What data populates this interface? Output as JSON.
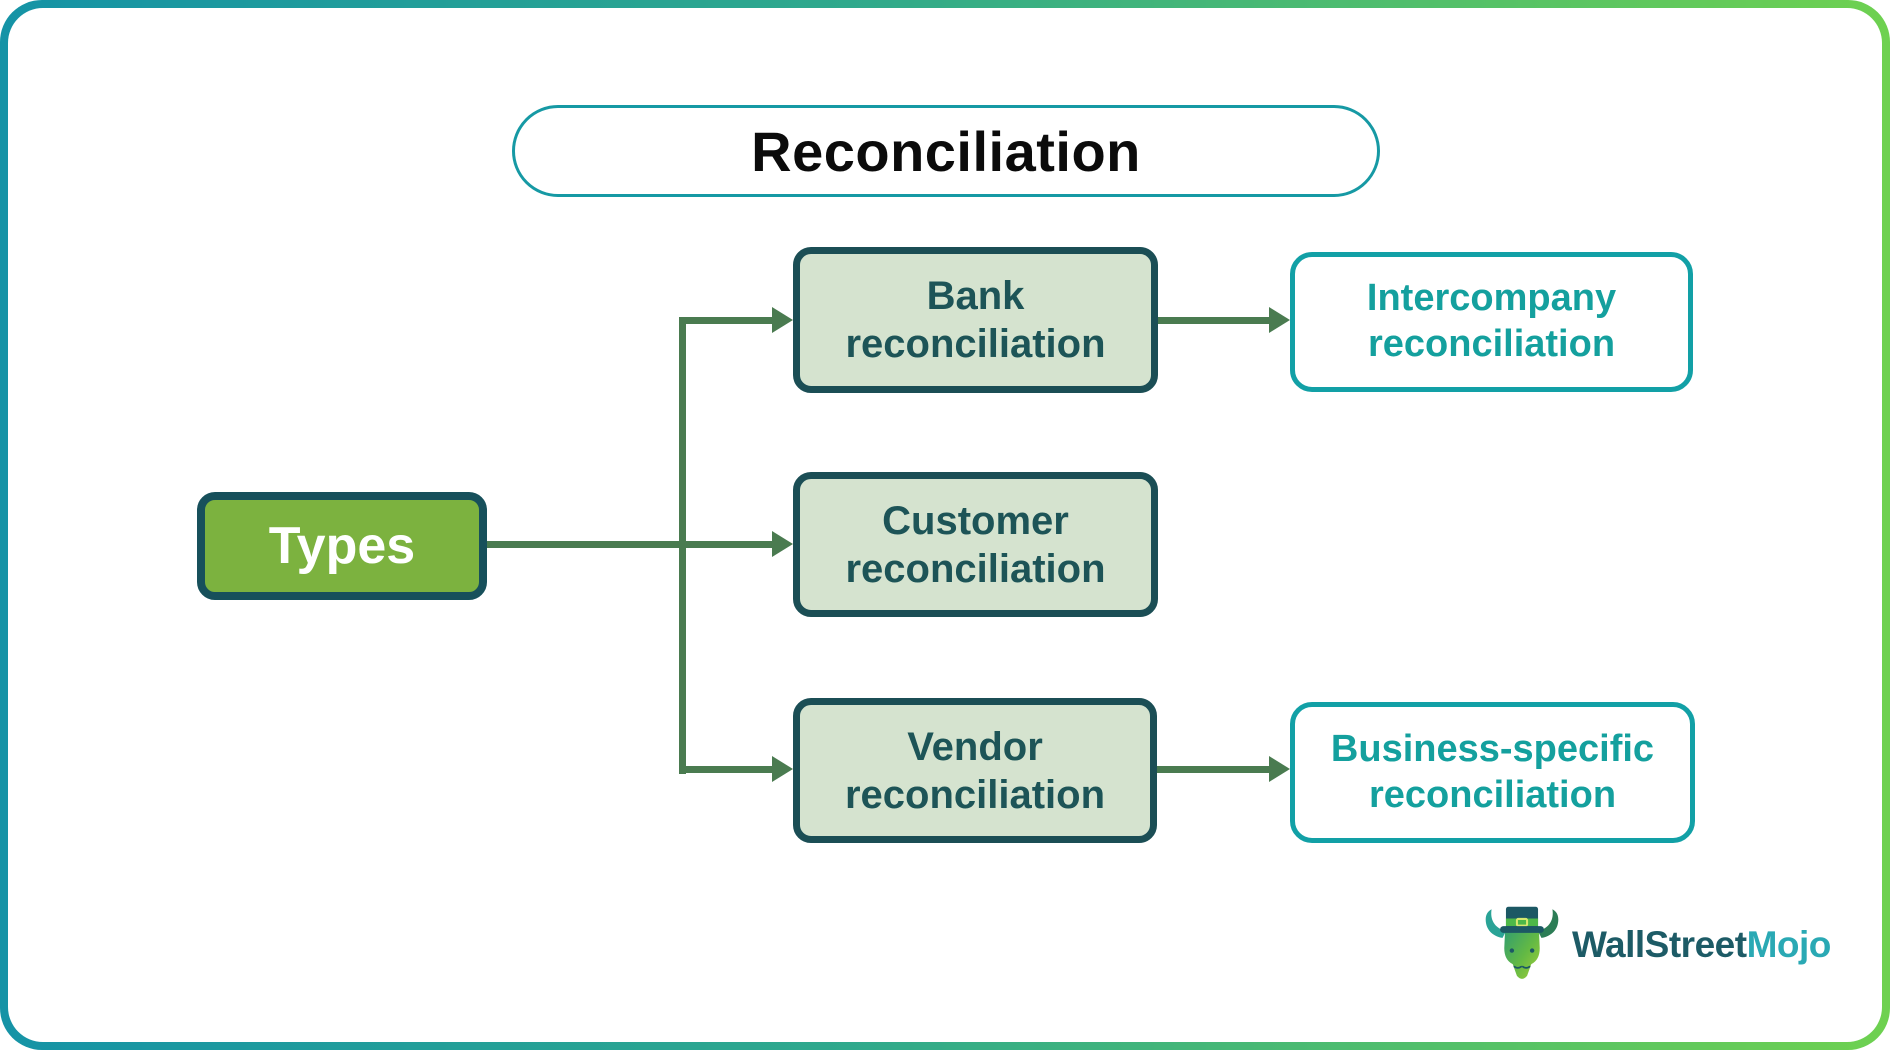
{
  "header": {
    "title": "Reconciliation"
  },
  "diagram": {
    "root": {
      "label": "Types"
    },
    "branches": [
      {
        "label": "Bank reconciliation"
      },
      {
        "label": "Customer reconciliation"
      },
      {
        "label": "Vendor reconciliation"
      }
    ],
    "leaves": [
      {
        "label": "Intercompany reconciliation"
      },
      {
        "label": "Business-specific reconciliation"
      }
    ]
  },
  "branding": {
    "logo_icon": "bull-top-hat-icon",
    "name_primary": "WallStreet",
    "name_secondary": "Mojo"
  },
  "colors": {
    "frame_gradient_start": "#1593A6",
    "frame_gradient_end": "#6ED150",
    "accent_teal": "#12A0A6",
    "root_node_green": "#7CB23F",
    "branch_node_fill": "#D5E3CF",
    "branch_node_border": "#1B4E55",
    "branch_text": "#1D5457",
    "connector_green": "#4A7B50",
    "brand_dark": "#1D5B66",
    "brand_teal": "#2AA9B4"
  }
}
